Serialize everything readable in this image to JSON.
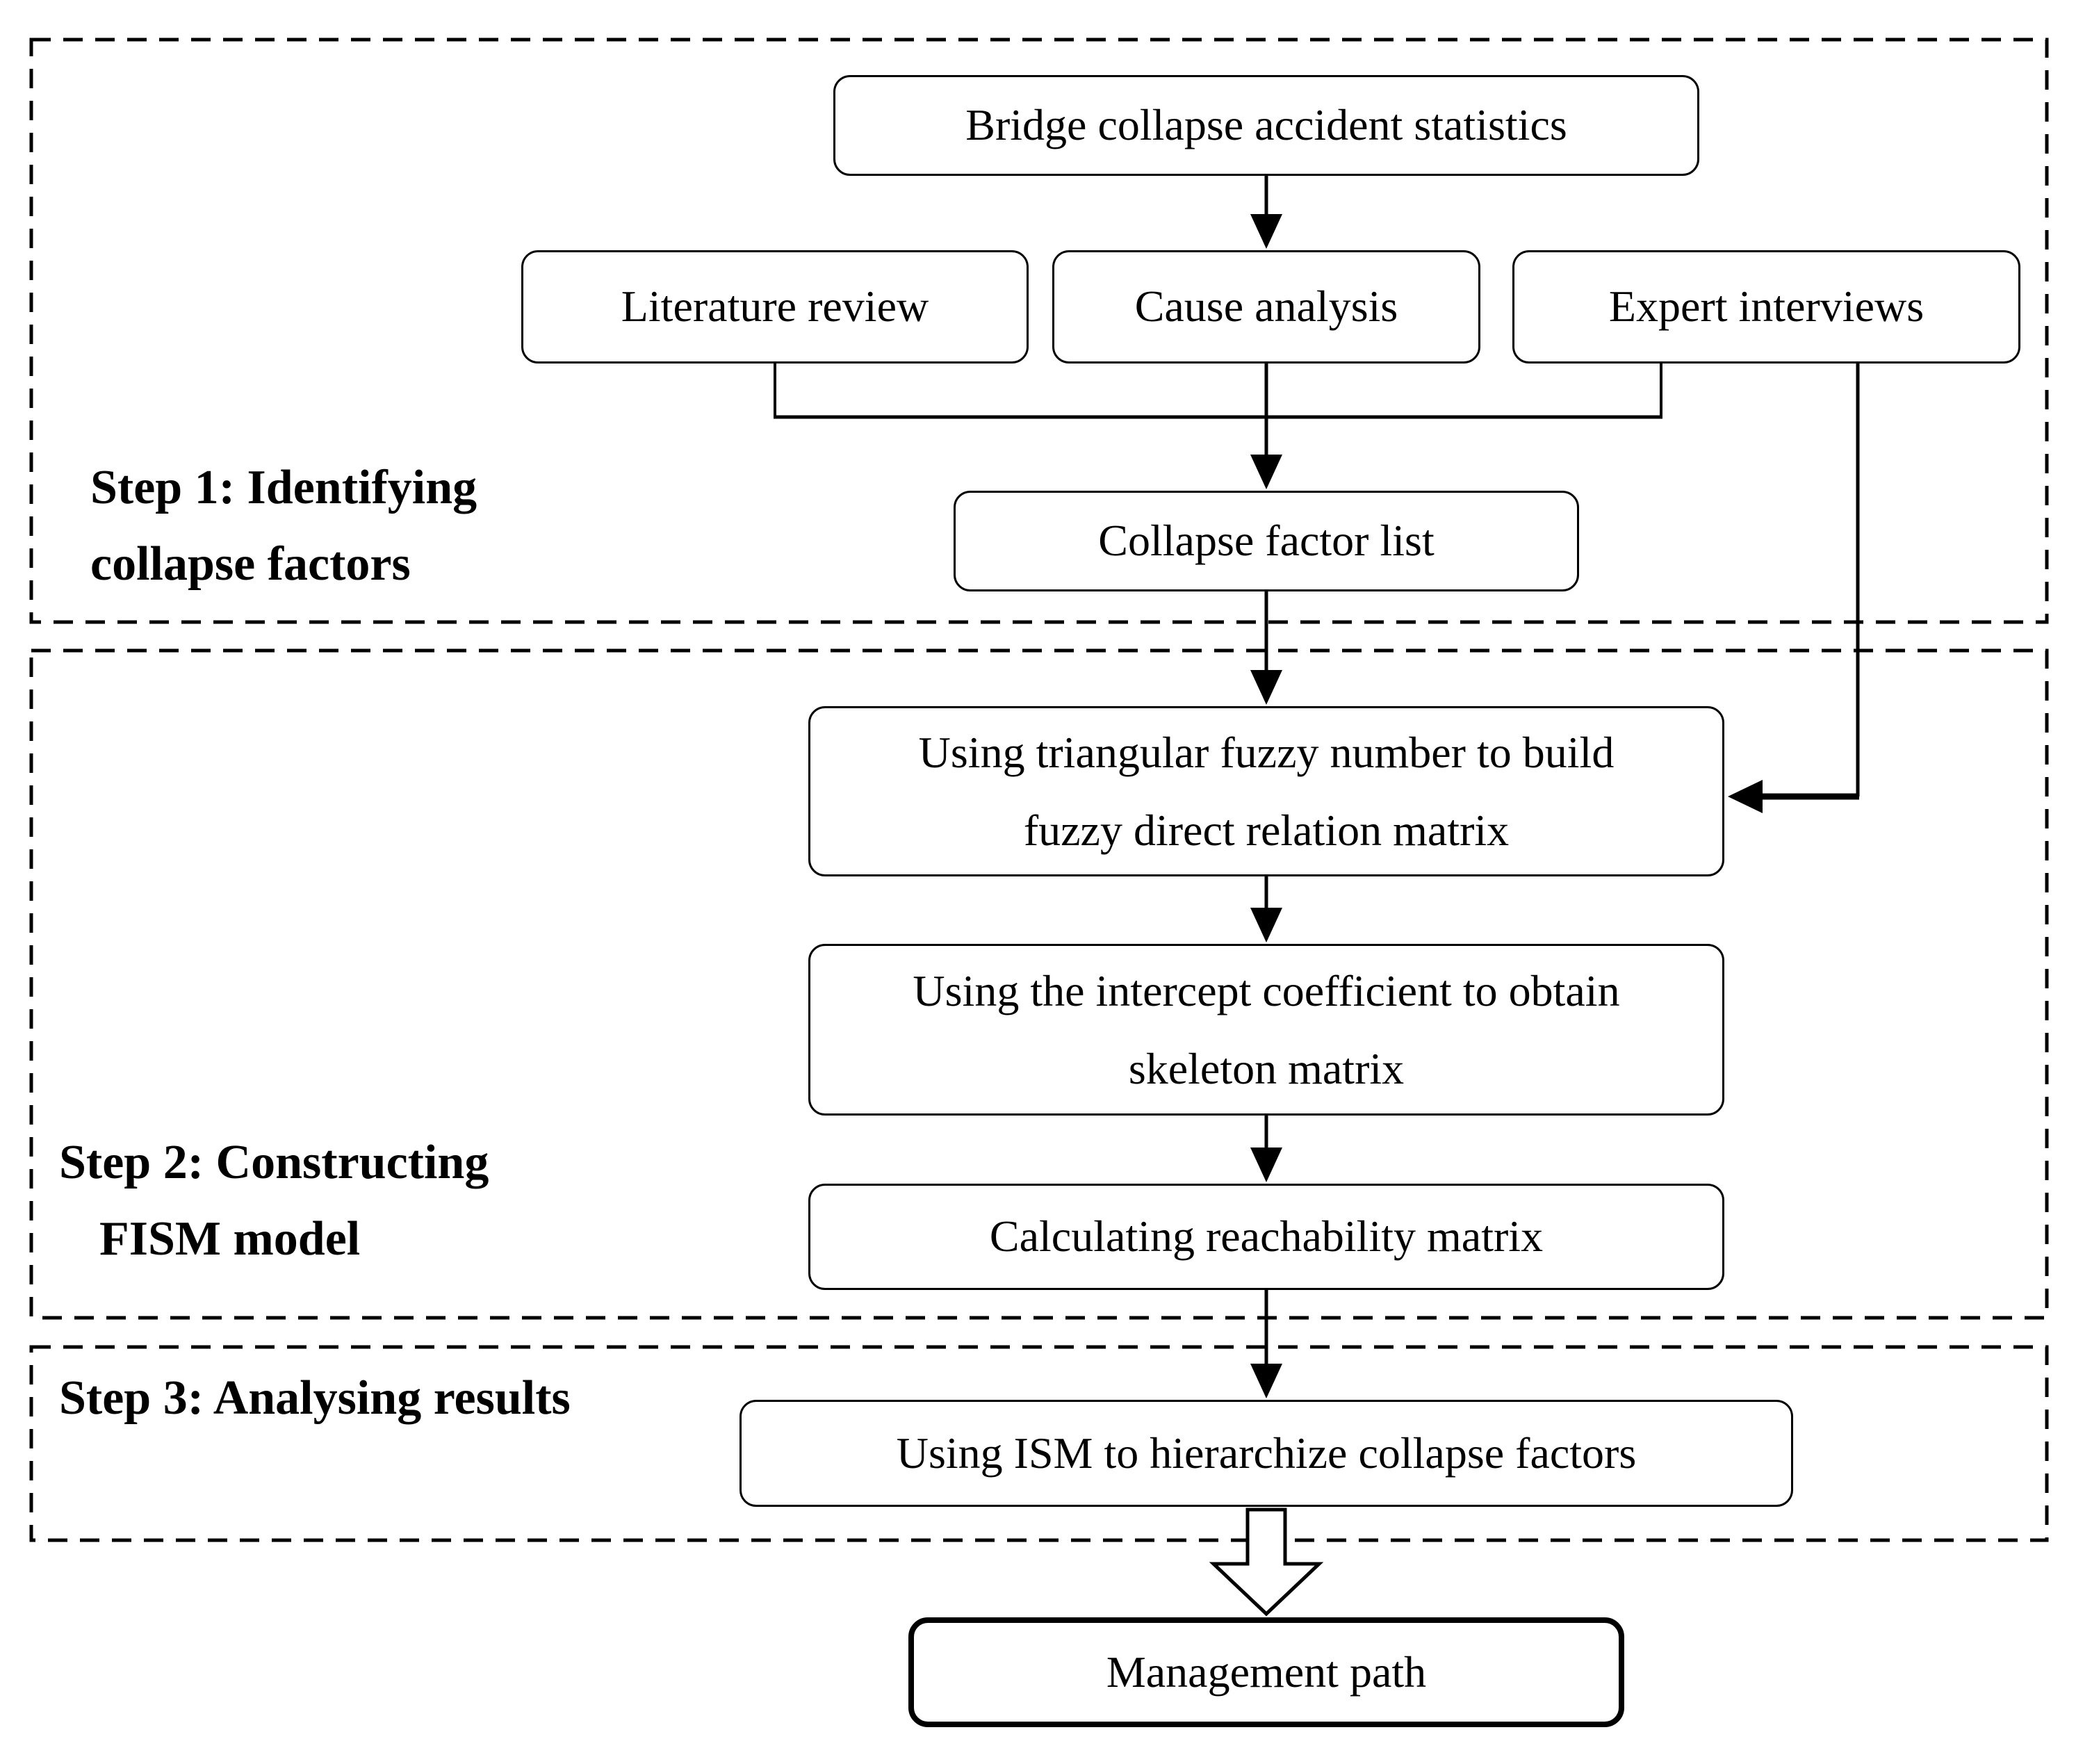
{
  "flowchart": {
    "canvas": {
      "background": "#ffffff",
      "line_color": "#000000",
      "box_fill": "#ffffff"
    },
    "steps": [
      {
        "label_line1": "Step 1: Identifying",
        "label_line2": "collapse factors"
      },
      {
        "label_line1": "Step 2: Constructing",
        "label_line2": "FISM model"
      },
      {
        "label_line1": "Step 3: Analysing results"
      }
    ],
    "nodes": {
      "bridge_stats": {
        "label": "Bridge collapse accident statistics"
      },
      "literature_review": {
        "label": "Literature review"
      },
      "cause_analysis": {
        "label": "Cause analysis"
      },
      "expert_interviews": {
        "label": "Expert interviews"
      },
      "collapse_factor_list": {
        "label": "Collapse factor list"
      },
      "fuzzy_direct_relation_matrix": {
        "line1": "Using triangular fuzzy number to build",
        "line2": "fuzzy direct relation matrix"
      },
      "skeleton_matrix": {
        "line1": "Using the intercept coefficient to obtain",
        "line2": "skeleton matrix"
      },
      "reachability_matrix": {
        "label": "Calculating reachability matrix"
      },
      "ism_hierarchize": {
        "label": "Using ISM to hierarchize collapse factors"
      },
      "management_path": {
        "label": "Management path"
      }
    }
  }
}
